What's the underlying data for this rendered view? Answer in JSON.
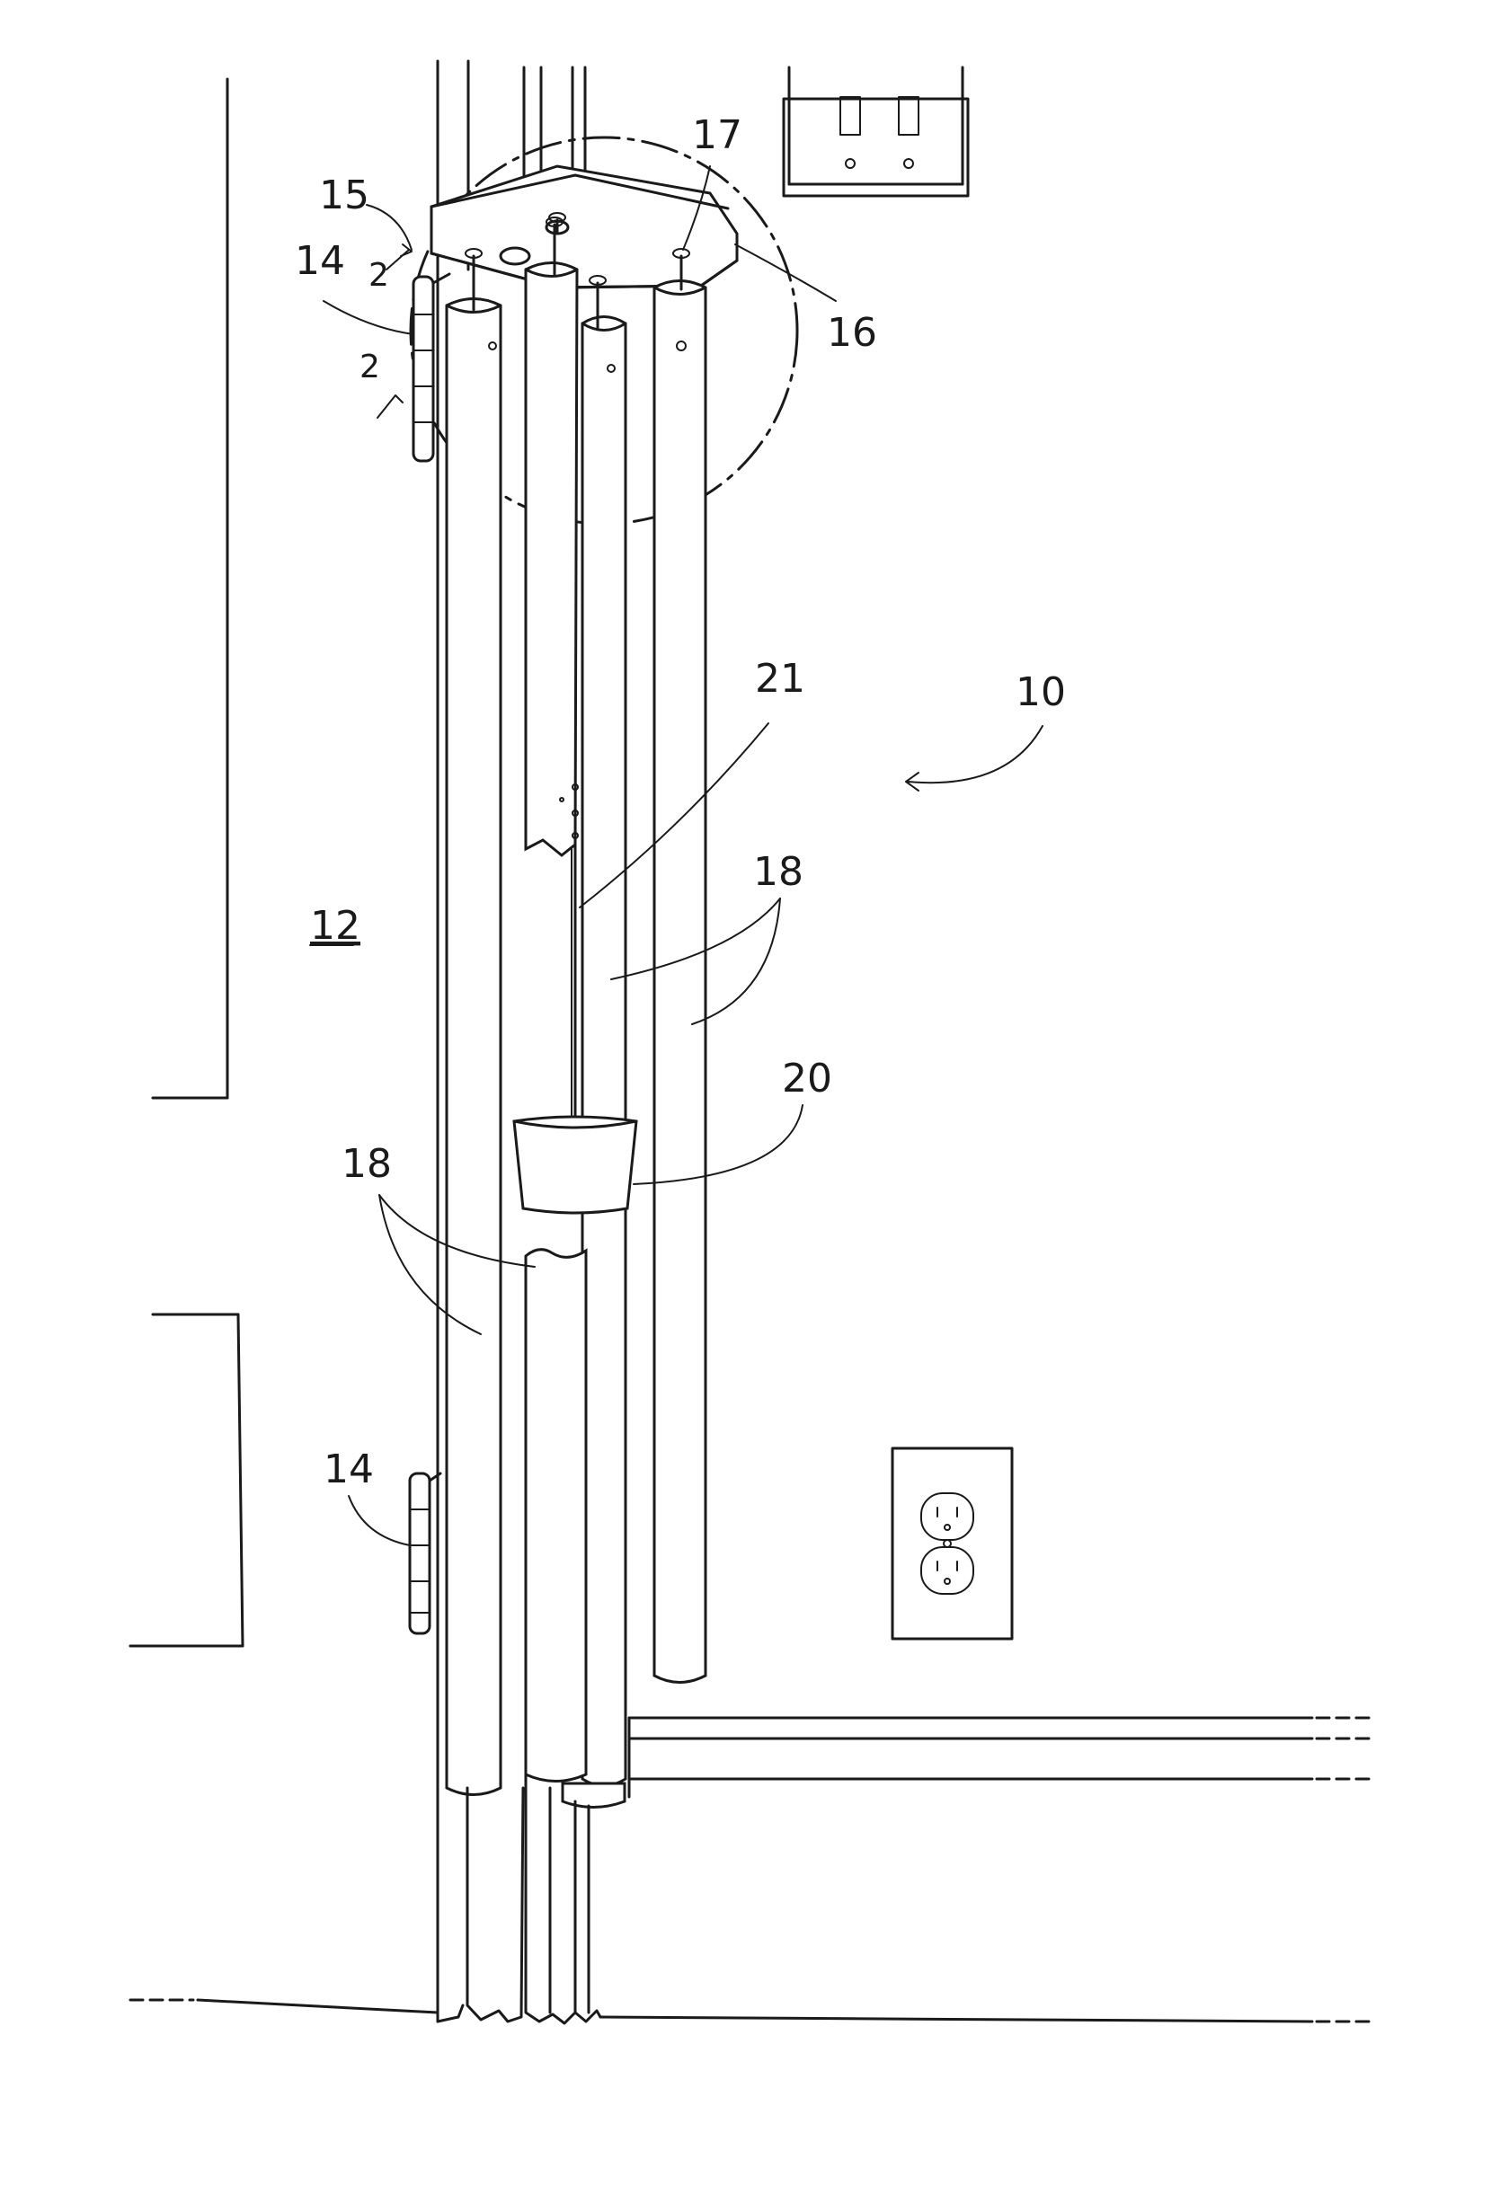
{
  "labels": {
    "ref_10": "10",
    "ref_12": "12",
    "ref_14_top": "14",
    "ref_14_bottom": "14",
    "ref_15": "15",
    "ref_16": "16",
    "ref_17": "17",
    "ref_18_a": "18",
    "ref_18_b": "18",
    "ref_20": "20",
    "ref_21": "21",
    "section_2_top": "2",
    "section_2_bottom": "2"
  },
  "colors": {
    "line": "#1a1a1a",
    "background": "#ffffff"
  }
}
